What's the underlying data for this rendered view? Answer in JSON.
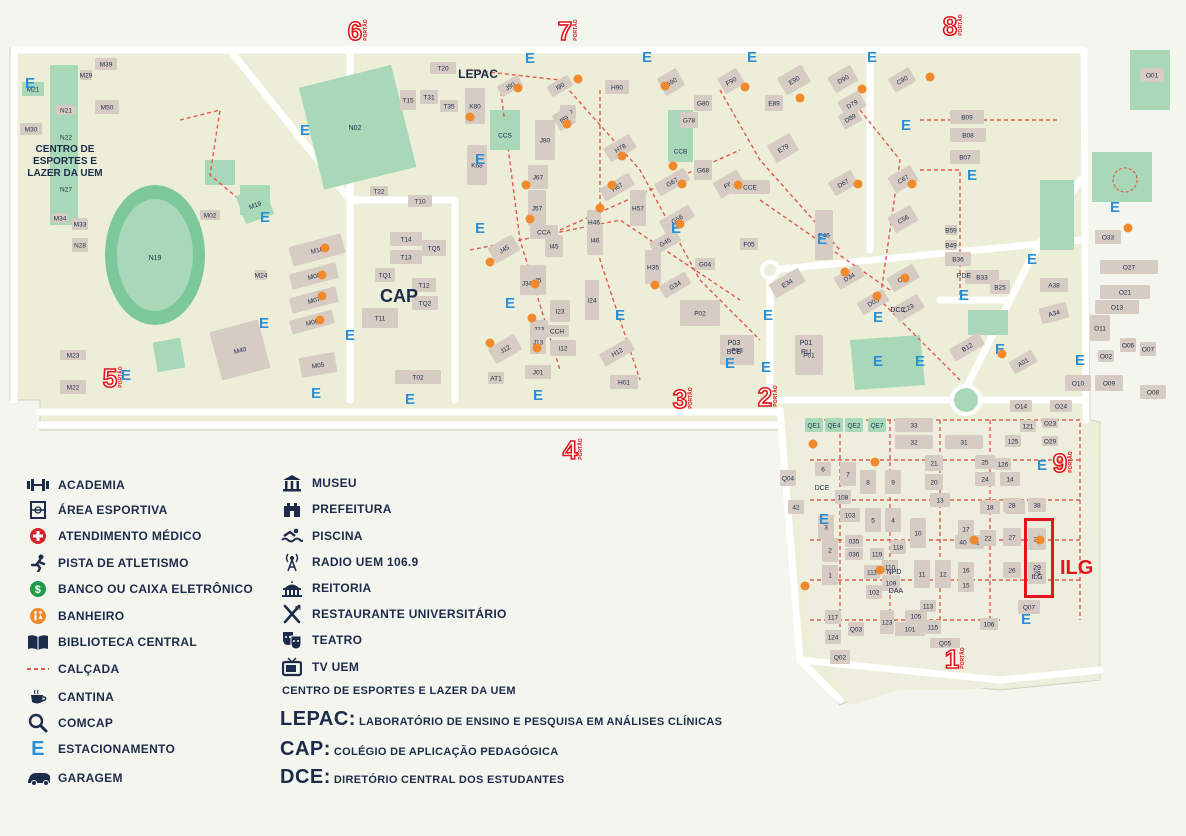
{
  "map": {
    "accent": "#2a8fd4",
    "building_color": "#d6ccc4",
    "green_color": "#a8d8b8",
    "path_color": "#e25a50",
    "highlight_color": "#e0161c",
    "gates": [
      {
        "num": "6",
        "word": "PORTÃO"
      },
      {
        "num": "7",
        "word": "PORTÃO"
      },
      {
        "num": "8",
        "word": "PORTÃO"
      },
      {
        "num": "5",
        "word": "PORTÃO"
      },
      {
        "num": "3",
        "word": "PORTÃO"
      },
      {
        "num": "2",
        "word": "PORTÃO"
      },
      {
        "num": "4",
        "word": "PORTÃO"
      },
      {
        "num": "9",
        "word": "PORTÃO"
      },
      {
        "num": "1",
        "word": "PORTÃO"
      }
    ],
    "buildings": [
      "M21",
      "N21",
      "N22",
      "N27",
      "M34",
      "N28",
      "M33",
      "M30",
      "M39",
      "M29",
      "M50",
      "M05",
      "N02",
      "T20",
      "T35",
      "T31",
      "T15",
      "J90",
      "I90",
      "H90",
      "G90",
      "F90",
      "E90",
      "D90",
      "C90",
      "K80",
      "J80",
      "I80",
      "I89",
      "H78",
      "G78",
      "E79",
      "E89",
      "D79",
      "D89",
      "D67",
      "C67",
      "C56",
      "K68",
      "J67",
      "J57",
      "J45",
      "I45",
      "I35",
      "I24",
      "I23",
      "I12",
      "J35",
      "J34",
      "J23",
      "J12",
      "J13",
      "I46",
      "H46",
      "H67",
      "H57",
      "H35",
      "H12",
      "H01",
      "G67",
      "G56",
      "G45",
      "G34",
      "G68",
      "G80",
      "G04",
      "F67",
      "F05",
      "E46",
      "E34",
      "D34",
      "D03",
      "C34",
      "C23",
      "B59",
      "B49",
      "B36",
      "B33",
      "B25",
      "B12",
      "B09",
      "B08",
      "B07",
      "M16",
      "M08",
      "M07",
      "M06",
      "M24",
      "M40",
      "M19",
      "M02",
      "T22",
      "T10",
      "T13",
      "T14",
      "TQ5",
      "TQ1",
      "T12",
      "TQ2",
      "T11",
      "T02",
      "P02",
      "P03",
      "P01",
      "CCS",
      "CCB",
      "CCE",
      "CCA",
      "CCH",
      "AT1",
      "J01",
      "A38",
      "A34",
      "A01",
      "O33",
      "O27",
      "O21",
      "O13",
      "O11",
      "O06",
      "O07",
      "O10",
      "O09",
      "O08",
      "O02",
      "O14",
      "O24",
      "O23",
      "O29",
      "O01",
      "QE1",
      "QE4",
      "QE2",
      "QE7",
      "33",
      "32",
      "31",
      "121",
      "125",
      "126",
      "25",
      "24",
      "23",
      "22",
      "21",
      "20",
      "18",
      "17",
      "16",
      "15",
      "14",
      "13",
      "12",
      "11",
      "10",
      "9",
      "8",
      "7",
      "6",
      "5",
      "4",
      "3",
      "2",
      "1",
      "27",
      "28",
      "30",
      "29",
      "38",
      "41",
      "40",
      "42",
      "26",
      "Q07",
      "Q05",
      "Q04",
      "Q03",
      "Q02",
      "101",
      "102",
      "103",
      "105",
      "106",
      "108",
      "109",
      "110",
      "111",
      "113",
      "115",
      "117",
      "118",
      "119",
      "123",
      "124",
      "035",
      "036",
      "M22",
      "M23"
    ],
    "labels": {
      "esportes": [
        "CENTRO DE",
        "ESPORTES E",
        "LAZER DA UEM"
      ],
      "lepac": "LEPAC",
      "cap": "CAP",
      "bce": [
        "P03",
        "BCE"
      ],
      "ru": [
        "P01",
        "RU"
      ],
      "pde": "PDE",
      "dcc": "DCC",
      "dce": "DCE",
      "npd": "NPD",
      "daa": "DAA",
      "ilg_num": "29",
      "ilg_small": "ILG",
      "ilg": "ILG",
      "parking": "E"
    }
  },
  "legend": {
    "col1": [
      {
        "icon": "academia-icon",
        "label": "ACADEMIA"
      },
      {
        "icon": "area-esportiva-icon",
        "label": "ÁREA ESPORTIVA"
      },
      {
        "icon": "atendimento-medico-icon",
        "label": "ATENDIMENTO MÉDICO"
      },
      {
        "icon": "pista-atletismo-icon",
        "label": "PISTA DE ATLETISMO"
      },
      {
        "icon": "banco-icon",
        "label": "BANCO OU CAIXA ELETRÔNICO"
      },
      {
        "icon": "banheiro-icon",
        "label": "BANHEIRO"
      },
      {
        "icon": "biblioteca-icon",
        "label": "BIBLIOTECA CENTRAL"
      },
      {
        "icon": "calcada-icon",
        "label": "CALÇADA"
      },
      {
        "icon": "cantina-icon",
        "label": "CANTINA"
      },
      {
        "icon": "comcap-icon",
        "label": "COMCAP"
      },
      {
        "icon": "estacionamento-icon",
        "label": "ESTACIONAMENTO"
      },
      {
        "icon": "garagem-icon",
        "label": "GARAGEM"
      }
    ],
    "col2": [
      {
        "icon": "museu-icon",
        "label": "MUSEU"
      },
      {
        "icon": "prefeitura-icon",
        "label": "PREFEITURA"
      },
      {
        "icon": "piscina-icon",
        "label": "PISCINA"
      },
      {
        "icon": "radio-icon",
        "label": "RADIO UEM 106.9"
      },
      {
        "icon": "reitoria-icon",
        "label": "REITORIA"
      },
      {
        "icon": "restaurante-icon",
        "label": "RESTAURANTE UNIVERSITÁRIO"
      },
      {
        "icon": "teatro-icon",
        "label": "TEATRO"
      },
      {
        "icon": "tv-icon",
        "label": "TV UEM"
      }
    ],
    "centro": "CENTRO DE ESPORTES E LAZER DA UEM",
    "abbreviations": [
      {
        "abbr": "LEPAC:",
        "text": "LABORATÓRIO DE ENSINO E PESQUISA EM ANÁLISES CLÍNICAS"
      },
      {
        "abbr": "CAP:",
        "text": "COLÉGIO DE APLICAÇÃO PEDAGÓGICA"
      },
      {
        "abbr": "DCE:",
        "text": "DIRETÓRIO CENTRAL DOS ESTUDANTES"
      }
    ]
  }
}
